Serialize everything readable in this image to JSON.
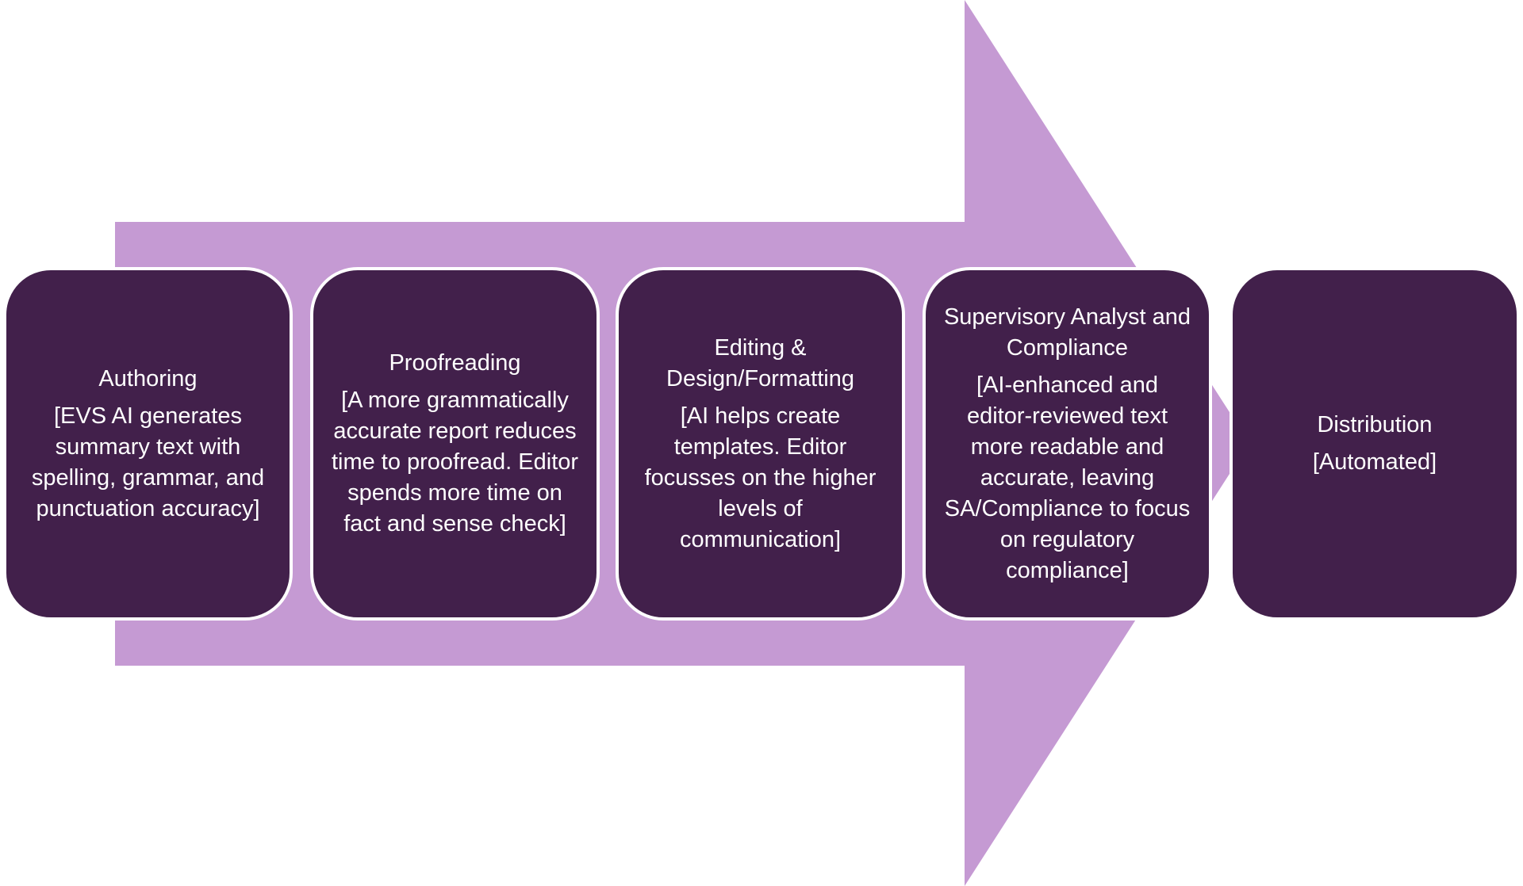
{
  "colors": {
    "arrow": "#c59ad3",
    "box_fill": "#42204b",
    "box_border": "#ffffff",
    "text": "#ffffff"
  },
  "steps": [
    {
      "title": "Authoring",
      "description": "[EVS AI generates summary text with spelling, grammar, and punctuation accuracy]"
    },
    {
      "title": "Proofreading",
      "description": "[A more grammatically accurate report reduces time to proofread. Editor spends more time on fact and sense check]"
    },
    {
      "title": "Editing & Design/Formatting",
      "description": "[AI helps create templates. Editor focusses on the higher levels of communication]"
    },
    {
      "title": "Supervisory Analyst and Compliance",
      "description": "[AI-enhanced and editor-reviewed text more readable and accurate, leaving SA/Compliance to focus on regulatory compliance]"
    },
    {
      "title": "Distribution",
      "description": "[Automated]"
    }
  ]
}
